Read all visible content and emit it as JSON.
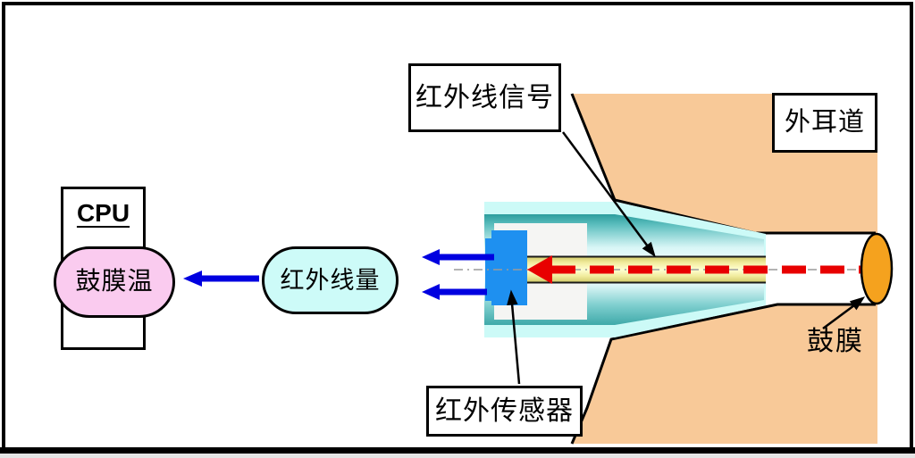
{
  "labels": {
    "ir_signal": "红外线信号",
    "ear_canal": "外耳道",
    "ir_sensor": "红外传感器",
    "eardrum": "鼓膜",
    "cpu": "CPU",
    "eardrum_temp": "鼓膜温",
    "ir_amount": "红外线量"
  },
  "colors": {
    "skin": "#F8C998",
    "eardrum": "#F5A21E",
    "probe_shell": "#CCFAF7",
    "sensor": "#1E90F0",
    "ir_beam": "#E80000",
    "signal_arrow": "#0000E0",
    "temp_pill": "#FACBEF",
    "amount_pill": "#CDFBF8",
    "inner_mount": "#F5F5F3"
  }
}
